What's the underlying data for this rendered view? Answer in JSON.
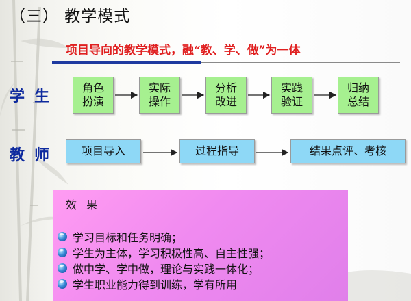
{
  "slide": {
    "title": "（三）  教学模式",
    "subtitle": "项目导向的教学模式，融“教、学、做”为一体"
  },
  "student_row": {
    "label": "学生",
    "steps": [
      "角色\n扮演",
      "实际\n操作",
      "分析\n改进",
      "实践\n验证",
      "归纳\n总结"
    ]
  },
  "teacher_row": {
    "label": "教师",
    "steps": [
      "项目导入",
      "过程指导",
      "结果点评、考核"
    ]
  },
  "effects": {
    "title": "效果",
    "items": [
      "学习目标和任务明确；",
      "学生为主体，学习积极性高、自主性强；",
      "做中学、学中做，理论与实践一体化；",
      "学生职业能力得到训练，学有所用"
    ]
  },
  "colors": {
    "student_box": "#a6f090",
    "teacher_box": "#8ed8f6",
    "effect_panel": "#f08af0",
    "subtitle_text": "#e02020",
    "row_label": "#0e2a9e",
    "accent_line": "#1e3aa0"
  }
}
